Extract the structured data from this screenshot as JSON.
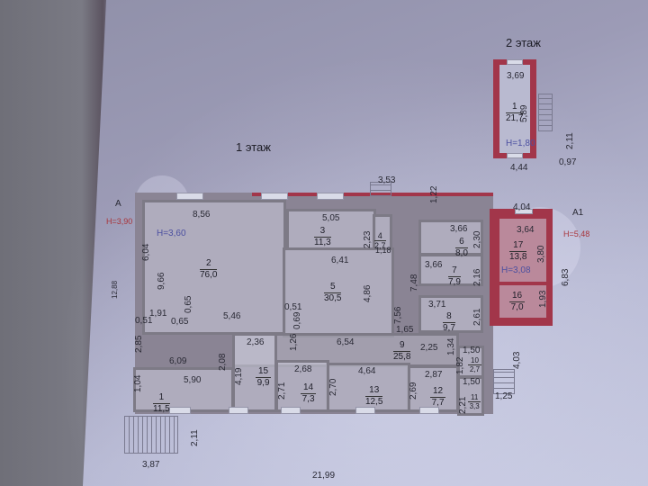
{
  "photo": {
    "subject": "Floor plan of a two-storey building",
    "paper_color": "#9c9bb6",
    "wall_color_exterior": "#a2364a",
    "wall_color_interior": "#7d7a86"
  },
  "floor2": {
    "title": "2 этаж",
    "room": {
      "number": "1",
      "area": "21,7"
    },
    "dims": {
      "top": "3,69",
      "bottom": "4,44",
      "right": "5,89",
      "stair_height": "2,11",
      "stair_width": "0,97"
    },
    "height": "H=1,80"
  },
  "floor1": {
    "title": "1 этаж",
    "axis_a": "A",
    "axis_a1": "A1",
    "height_a": "H=3,90",
    "height_main": "H=3,60",
    "height_a1": "H=5,48",
    "height_17": "H=3,08",
    "overall_length": "21,99",
    "overall_left": "12,88",
    "entrance_stairs": {
      "top_width": "3,53",
      "top_depth": "1,22",
      "bottom_width": "3,87",
      "bottom_depth": "2,11",
      "right_depth": "4,03",
      "right_width": "1,25"
    },
    "rooms": [
      {
        "number": "1",
        "area": "11,5"
      },
      {
        "number": "2",
        "area": "76,0"
      },
      {
        "number": "3",
        "area": "11,3"
      },
      {
        "number": "4",
        "area": "2,7"
      },
      {
        "number": "5",
        "area": "30,5"
      },
      {
        "number": "6",
        "area": "8,0"
      },
      {
        "number": "7",
        "area": "7,9"
      },
      {
        "number": "8",
        "area": "9,7"
      },
      {
        "number": "9",
        "area": "25,8"
      },
      {
        "number": "10",
        "area": "2,7"
      },
      {
        "number": "11",
        "area": "3,3"
      },
      {
        "number": "12",
        "area": "7,7"
      },
      {
        "number": "13",
        "area": "12,5"
      },
      {
        "number": "14",
        "area": "7,3"
      },
      {
        "number": "15",
        "area": "9,9"
      },
      {
        "number": "16",
        "area": "7,0"
      },
      {
        "number": "17",
        "area": "13,8"
      }
    ],
    "dims": {
      "d856": "8,56",
      "d604": "6,04",
      "d966": "9,66",
      "d191": "1,91",
      "d051a": "0,51",
      "d065": "0,65",
      "d065b": "0,65",
      "d546": "5,46",
      "d285": "2,85",
      "d609": "6,09",
      "d590": "5,90",
      "d104": "1,04",
      "d208": "2,08",
      "d505": "5,05",
      "d223": "2,23",
      "d118": "1,18",
      "d641": "6,41",
      "d486": "4,86",
      "d051b": "0,51",
      "d069": "0,69",
      "d236": "2,36",
      "d419": "4,19",
      "d126": "1,26",
      "d654": "6,54",
      "d268": "2,68",
      "d271": "2,71",
      "d464": "4,64",
      "d270": "2,70",
      "d756": "7,56",
      "d748": "7,48",
      "d165": "1,65",
      "d225": "2,25",
      "d134": "1,34",
      "d287": "2,87",
      "d269": "2,69",
      "d366a": "3,66",
      "d230": "2,30",
      "d366b": "3,66",
      "d216": "2,16",
      "d371": "3,71",
      "d261": "2,61",
      "d150a": "1,50",
      "d182": "1,82",
      "d150b": "1,50",
      "d221": "2,21",
      "d404": "4,04",
      "d364": "3,64",
      "d380": "3,80",
      "d683": "6,83",
      "d193": "1,93"
    }
  }
}
